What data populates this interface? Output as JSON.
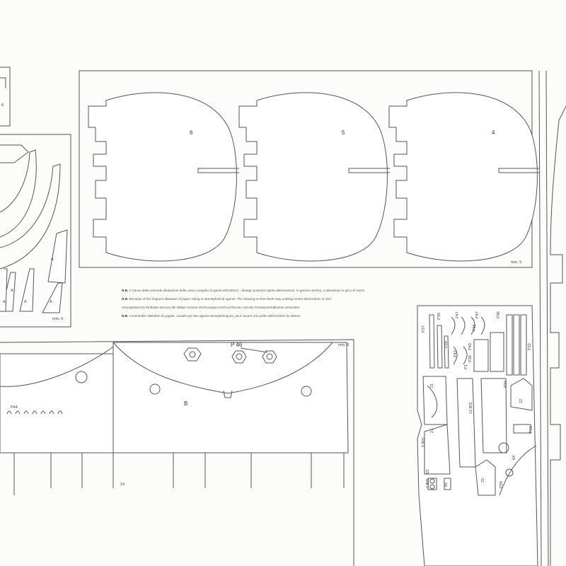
{
  "bulkheads": [
    {
      "number": "6"
    },
    {
      "number": "5"
    },
    {
      "number": "4"
    }
  ],
  "scale_labels": {
    "top_sheet": "mm. 5",
    "left_sheet": "mm. 6",
    "frame_sheet": "mm. 6"
  },
  "notes": [
    {
      "prefix": "N.B.",
      "text": "A Causa della notevole dilatazione della carta a seguito di agenti atmosferici, i disegni possono subire deformazioni, in genere minime, o alterazioni in più o in meno."
    },
    {
      "prefix": "N.B.",
      "text": "Because of the frequent dilatation of paper owing to atmospherical agents. The drawing on this sheet may undergo some deformation in size."
    },
    {
      "prefix": "",
      "text": "Atmosphärische Einflüsse können die Blätter unserer Zeichnungen leicht verformen und die Grössenverhältnisse verändern."
    },
    {
      "prefix": "N.B.",
      "text": "L'eventuelle dilatation du papier, causée par des agents atmosphériques, peut causer une petite déformation du dessin."
    }
  ],
  "left_parts": {
    "top_box_label": "6",
    "triangle_label": "A"
  },
  "frame": {
    "part_label": "B",
    "porthole_label": "P 46",
    "rail_label": "P44",
    "number": "14"
  },
  "small_parts": [
    "P37",
    "P38",
    "P39",
    "P47",
    "P47",
    "P36",
    "P42",
    "P40",
    "P35",
    "P32",
    "P38",
    "P1",
    "P34",
    "21",
    "21",
    "22",
    "22",
    "5 BIS",
    "12 BIS",
    "4 BIS",
    "63",
    "65",
    "64",
    "P58",
    "P53"
  ]
}
